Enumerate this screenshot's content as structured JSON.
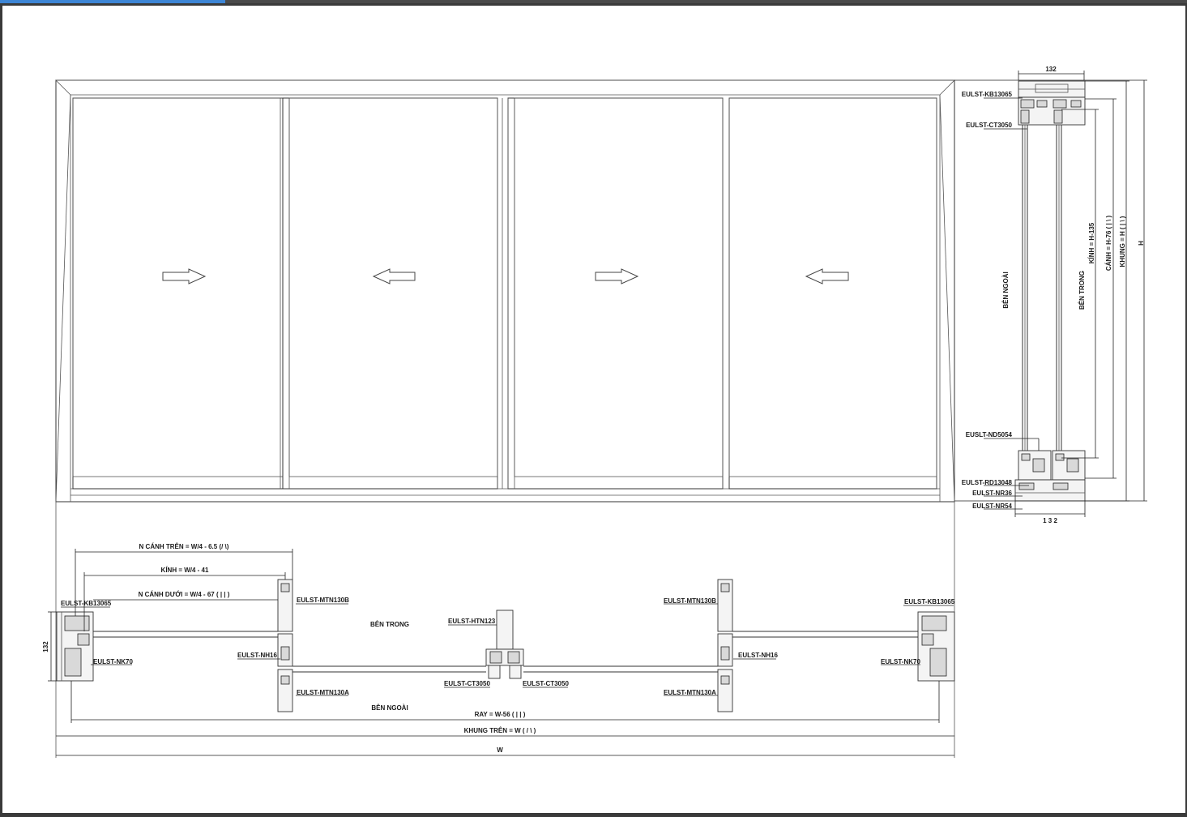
{
  "viewer": {
    "progress_fraction": 0.19
  },
  "elevation": {
    "arrows": [
      "right",
      "left",
      "right",
      "left"
    ]
  },
  "side_section": {
    "top_width_label": "132",
    "bottom_width_label": "1 3 2",
    "labels": {
      "kb13065": "EULST-KB13065",
      "ct3050": "EULST-CT3050",
      "nd5054": "EUSLT-ND5054",
      "rd13048": "EULST-RD13048",
      "nr36": "EULST-NR36",
      "nr54": "EULST-NR54",
      "ben_ngoai": "BÊN NGOÀI",
      "ben_trong": "BÊN TRONG"
    },
    "dims": {
      "kinh": "KÍNH = H-135",
      "canh": "CÁNH = H-76 ( | \\ )",
      "khung": "KHUNG = H ( | \\ )",
      "h": "H"
    }
  },
  "plan_section": {
    "left_height_label": "132",
    "dims": {
      "n_canh_tren": "N CÁNH TRÊN = W/4 - 6.5 (/ \\)",
      "kinh": "KÍNH = W/4 - 41",
      "n_canh_duoi": "N CÁNH DƯỚI = W/4 - 67 ( | | )",
      "ray": "RAY = W-56 ( | | )",
      "khung_tren": "KHUNG TRÊN = W ( / \\ )",
      "w": "W"
    },
    "labels": {
      "kb13065_left": "EULST-KB13065",
      "nk70_left": "EULST-NK70",
      "mtn130b_left": "EULST-MTN130B",
      "nh16_left": "EULST-NH16",
      "mtn130a_left": "EULST-MTN130A",
      "ben_trong": "BÊN TRONG",
      "ben_ngoai": "BÊN NGOÀI",
      "htn123": "EULST-HTN123",
      "ct3050_left": "EULST-CT3050",
      "ct3050_right": "EULST-CT3050",
      "mtn130b_right": "EULST-MTN130B",
      "nh16_right": "EULST-NH16",
      "mtn130a_right": "EULST-MTN130A",
      "kb13065_right": "EULST-KB13065",
      "nk70_right": "EULST-NK70"
    }
  }
}
